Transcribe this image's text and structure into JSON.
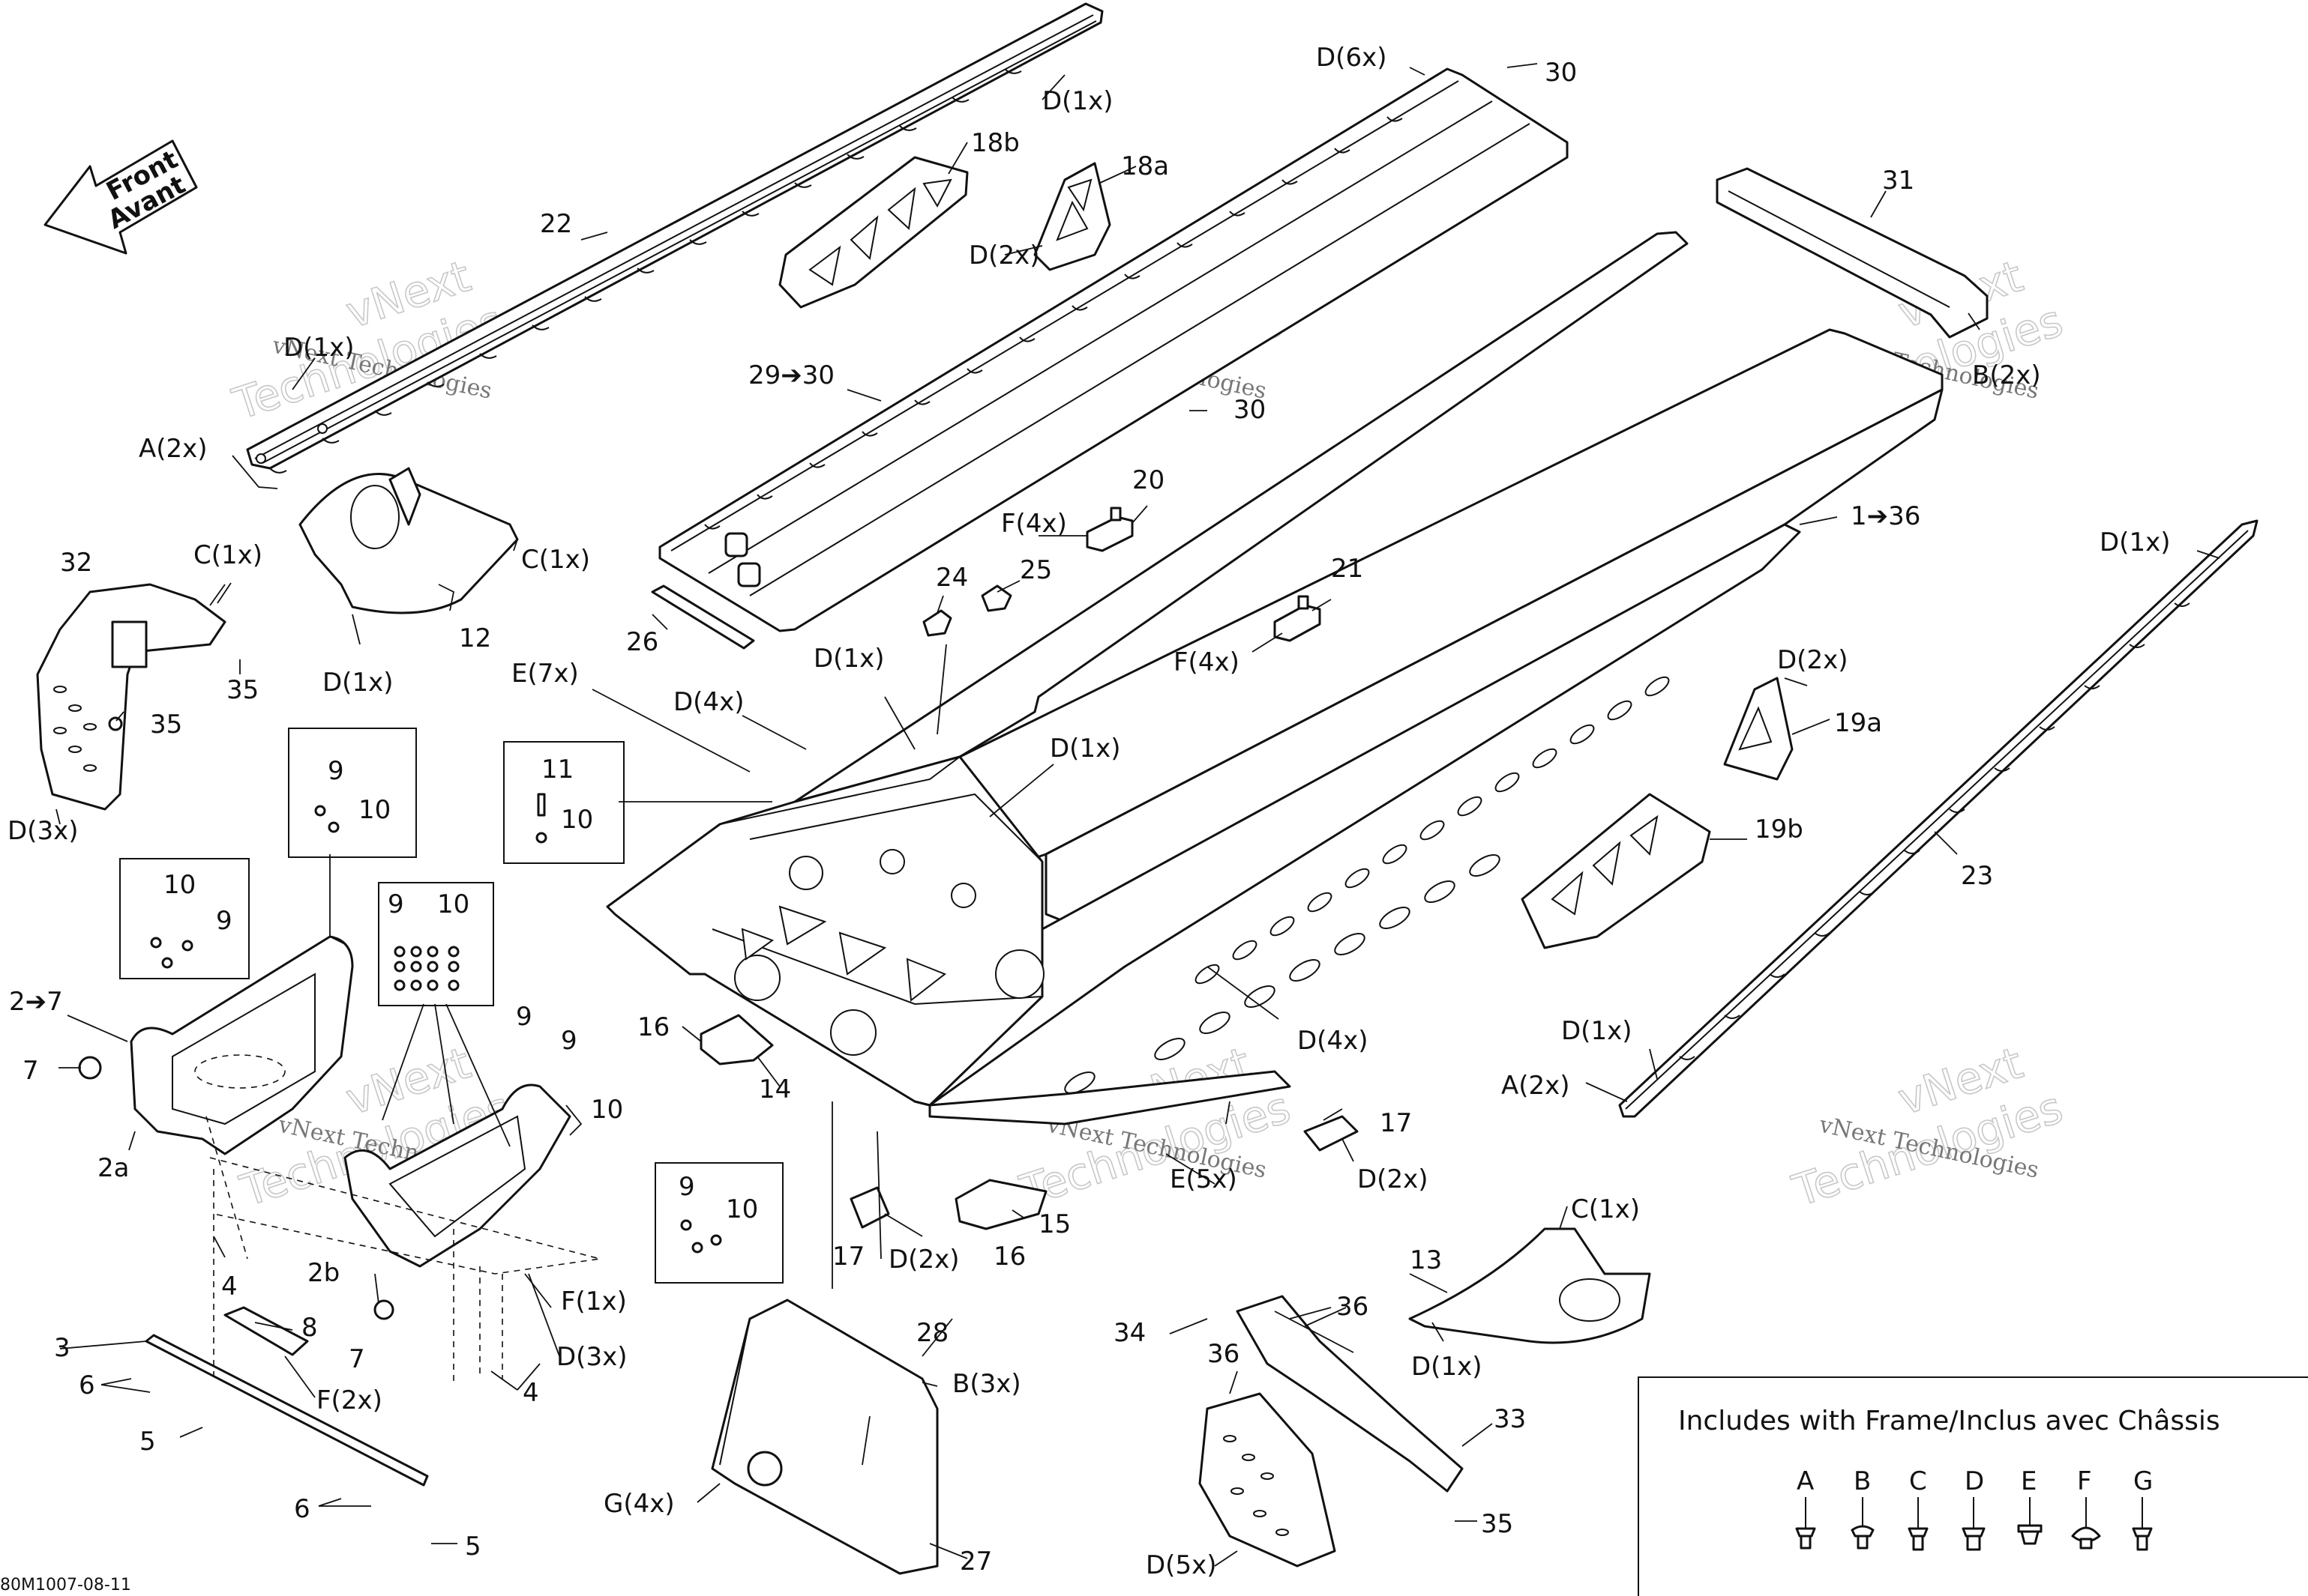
{
  "drawing_code": "80M1007-08-11",
  "front_arrow": {
    "line1": "Front",
    "line2": "Avant"
  },
  "watermark": {
    "line1": "vNext",
    "line2": "Technologies",
    "caption": "vNext Technologies"
  },
  "callouts": {
    "c22": "22",
    "d1x_rail": "D(1x)",
    "d1x_left": "D(1x)",
    "a2x_left": "A(2x)",
    "c18b": "18b",
    "c18a": "18a",
    "d2x_18": "D(2x)",
    "d6x": "D(6x)",
    "c30_top": "30",
    "c29_30": "29➔30",
    "c30_mid": "30",
    "c31": "31",
    "b2x": "B(2x)",
    "c12": "12",
    "c1x_12": "C(1x)",
    "d1x_12": "D(1x)",
    "c32": "32",
    "c1x_32": "C(1x)",
    "c35_a": "35",
    "c35_b": "35",
    "d3x_32": "D(3x)",
    "c20": "20",
    "f4x_20": "F(4x)",
    "c24": "24",
    "c25": "25",
    "c26": "26",
    "c21": "21",
    "f4x_21": "F(4x)",
    "c1_36": "1➔36",
    "d1x_center": "D(1x)",
    "e7x": "E(7x)",
    "d4x_top": "D(4x)",
    "d1x_mid": "D(1x)",
    "c11": "11",
    "c10_b": "10",
    "c9_a": "9",
    "c10_a": "10",
    "c10_c": "10",
    "c9_b": "9",
    "c9_c": "9",
    "c10_d": "10",
    "c2_7": "2➔7",
    "c7_a": "7",
    "c2a": "2a",
    "c9_d": "9",
    "c9_e": "9",
    "c10_e": "10",
    "c16_a": "16",
    "c14": "14",
    "d4x_bottom": "D(4x)",
    "c2b": "2b",
    "c7_b": "7",
    "c4_a": "4",
    "f1x": "F(1x)",
    "d3x_bottom": "D(3x)",
    "c4_b": "4",
    "c9_f": "9",
    "c10_f": "10",
    "c3": "3",
    "c8": "8",
    "f2x": "F(2x)",
    "c6_a": "6",
    "c5_a": "5",
    "c6_b": "6",
    "c5_b": "5",
    "c17_a": "17",
    "d2x_17a": "D(2x)",
    "c15": "15",
    "c16_b": "16",
    "e5x": "E(5x)",
    "c17_b": "17",
    "d2x_17b": "D(2x)",
    "c28": "28",
    "b3x": "B(3x)",
    "g4x": "G(4x)",
    "c27": "27",
    "c34": "34",
    "c36_a": "36",
    "c36_b": "36",
    "c33": "33",
    "c35_c": "35",
    "d5x": "D(5x)",
    "c1x_13": "C(1x)",
    "c13": "13",
    "d1x_13": "D(1x)",
    "d1x_right": "D(1x)",
    "d2x_19": "D(2x)",
    "c19a": "19a",
    "c19b": "19b",
    "c23": "23",
    "d1x_right_low": "D(1x)",
    "a2x_right": "A(2x)"
  },
  "legend": {
    "title": "Includes with Frame/Inclus avec Châssis",
    "items": [
      "A",
      "B",
      "C",
      "D",
      "E",
      "F",
      "G"
    ]
  }
}
